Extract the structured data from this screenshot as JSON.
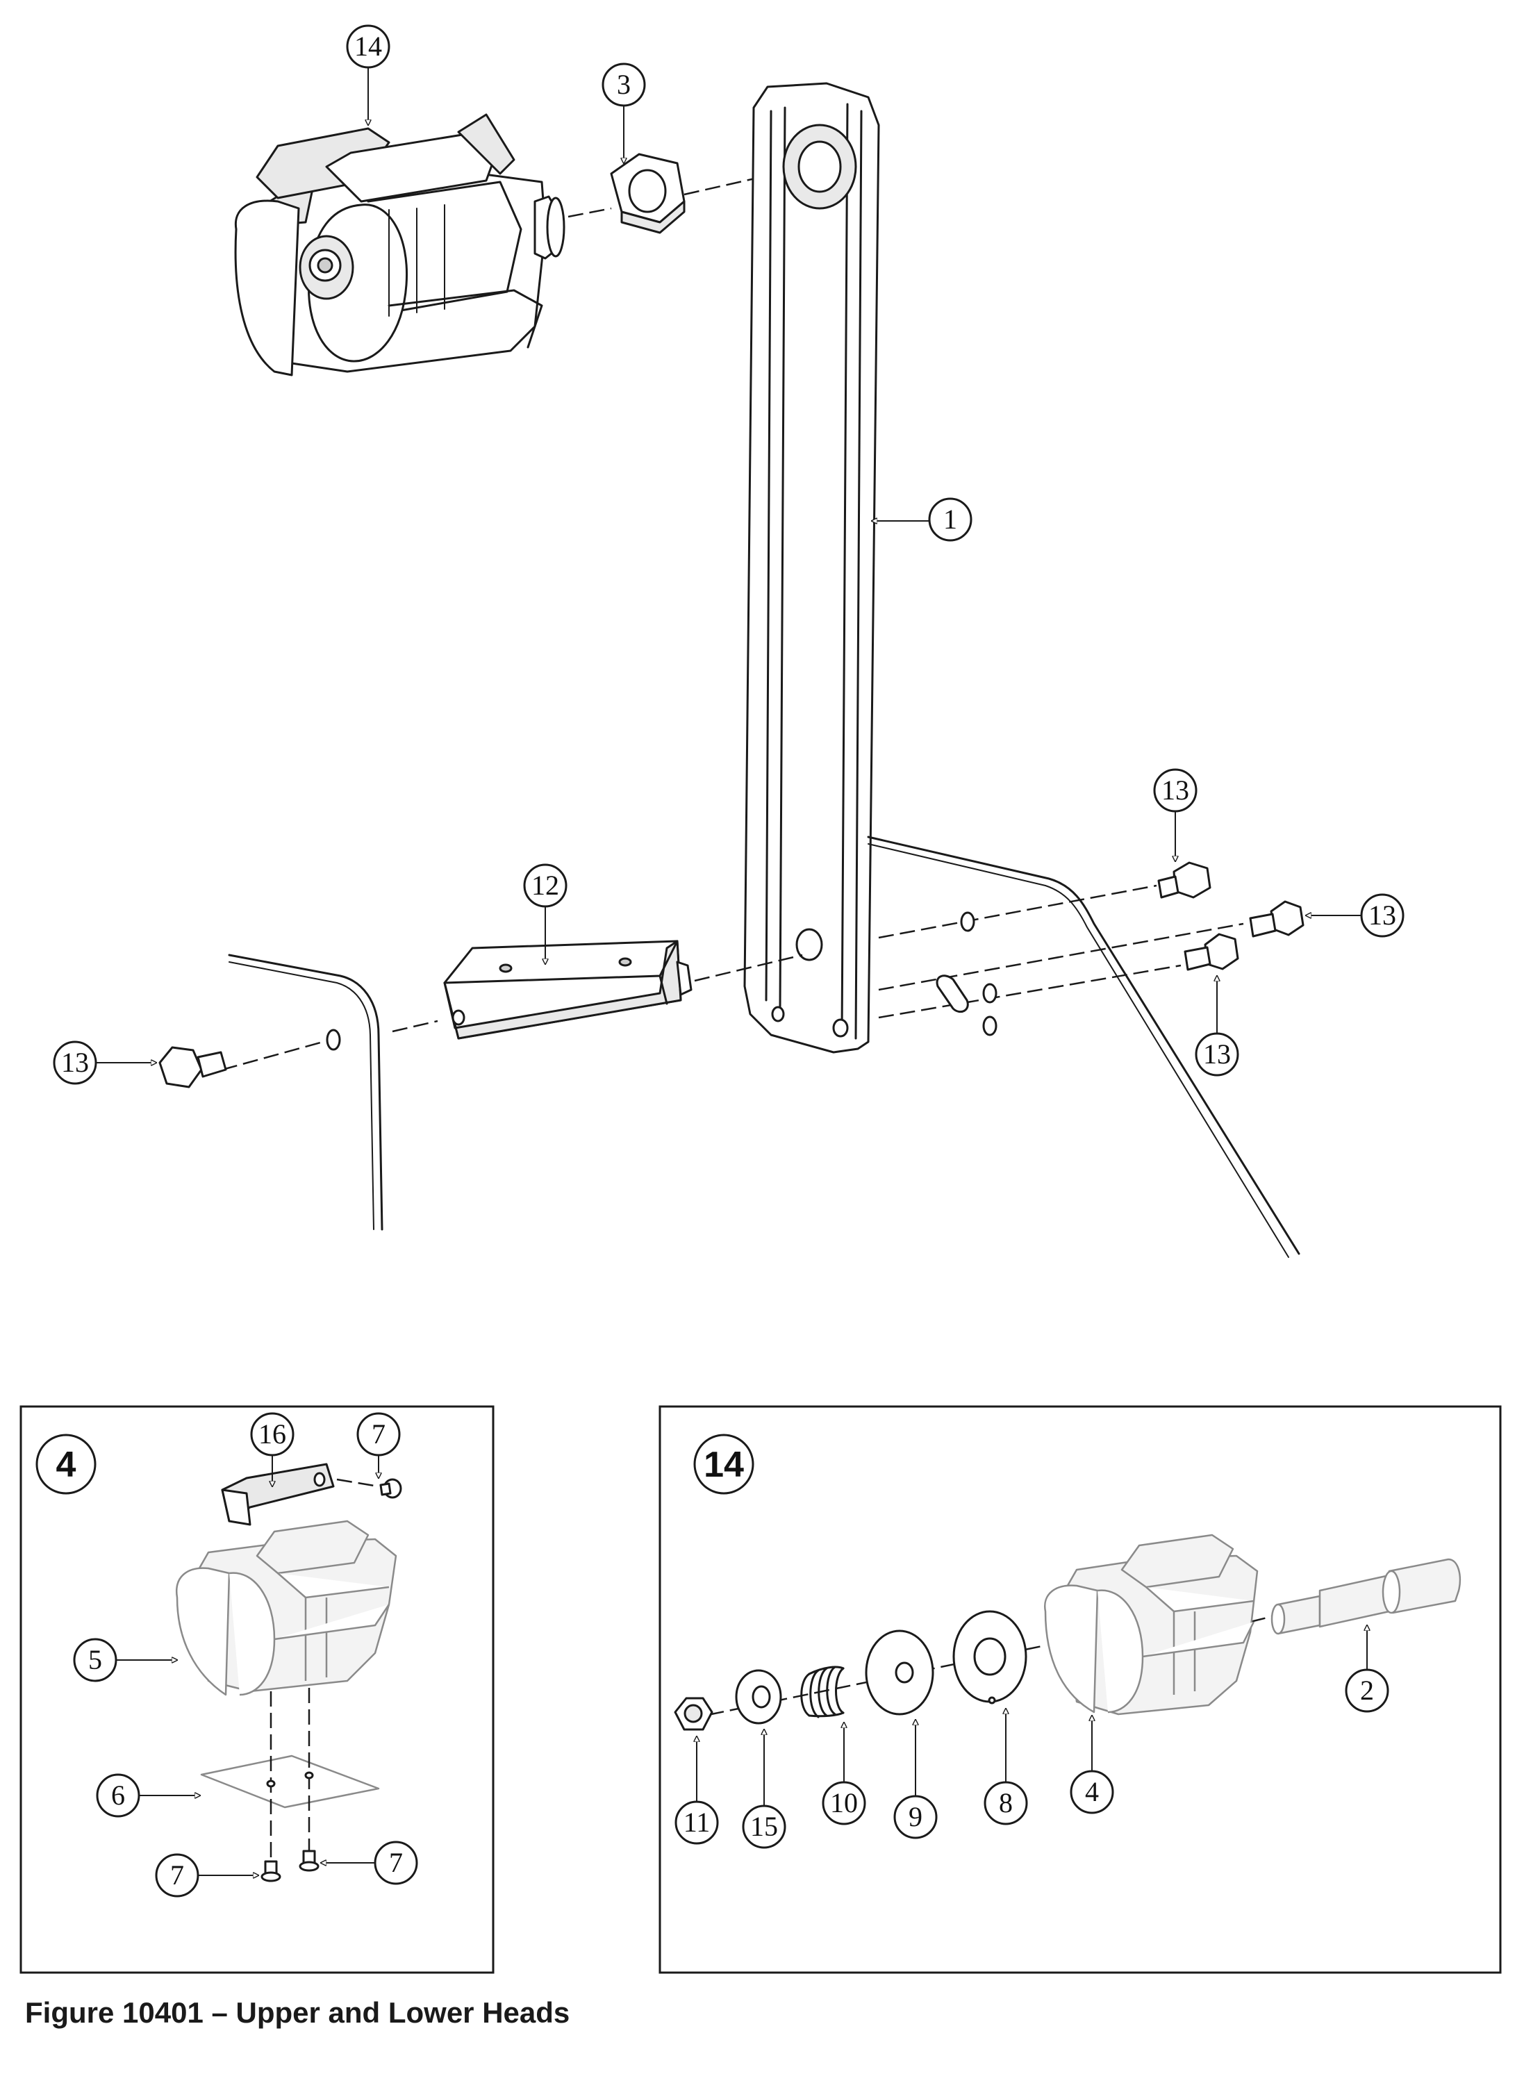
{
  "figure": {
    "caption": "Figure 10401 – Upper and Lower Heads"
  },
  "callouts": {
    "main_14": "14",
    "main_3": "3",
    "main_1": "1",
    "main_12": "12",
    "main_13_left": "13",
    "main_13_top": "13",
    "main_13_right": "13",
    "main_13_bottom": "13"
  },
  "inset_4": {
    "badge": "4",
    "callouts": {
      "c16": "16",
      "c7_top": "7",
      "c5": "5",
      "c6": "6",
      "c7_bottom_left": "7",
      "c7_bottom_right": "7"
    }
  },
  "inset_14": {
    "badge": "14",
    "callouts": {
      "c2": "2",
      "c4": "4",
      "c8": "8",
      "c9": "9",
      "c10": "10",
      "c15": "15",
      "c11": "11"
    }
  },
  "colors": {
    "line": "#1a1a1a",
    "ghost_line": "#8a8a8a",
    "background": "#ffffff"
  }
}
